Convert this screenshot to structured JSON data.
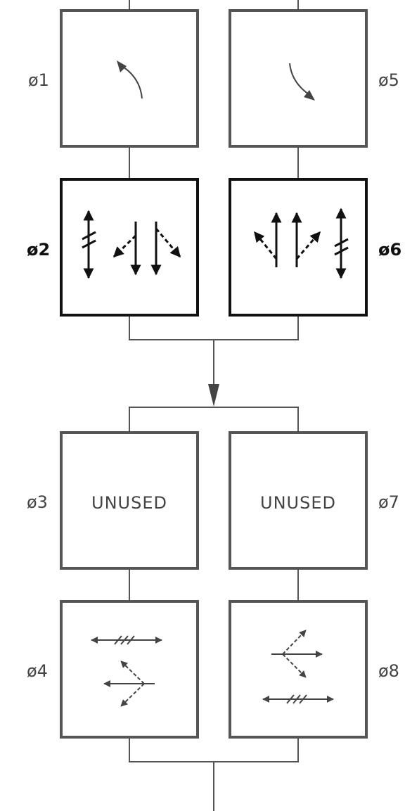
{
  "colors": {
    "normal": "#555555",
    "bold": "#111111",
    "text": "#444444"
  },
  "ring1": {
    "phase1": {
      "label": "ø1",
      "icon": "left-turn-arrow-icon"
    },
    "phase5": {
      "label": "ø5",
      "icon": "right-turn-arrow-icon"
    },
    "phase2": {
      "label": "ø2",
      "icon": "through-and-turn-movements-icon"
    },
    "phase6": {
      "label": "ø6",
      "icon": "through-and-turn-movements-icon"
    }
  },
  "ring2": {
    "phase3": {
      "label": "ø3",
      "text": "UNUSED"
    },
    "phase7": {
      "label": "ø7",
      "text": "UNUSED"
    },
    "phase4": {
      "label": "ø4",
      "icon": "pedestrian-and-through-movements-icon"
    },
    "phase8": {
      "label": "ø8",
      "icon": "pedestrian-and-through-movements-icon"
    }
  }
}
